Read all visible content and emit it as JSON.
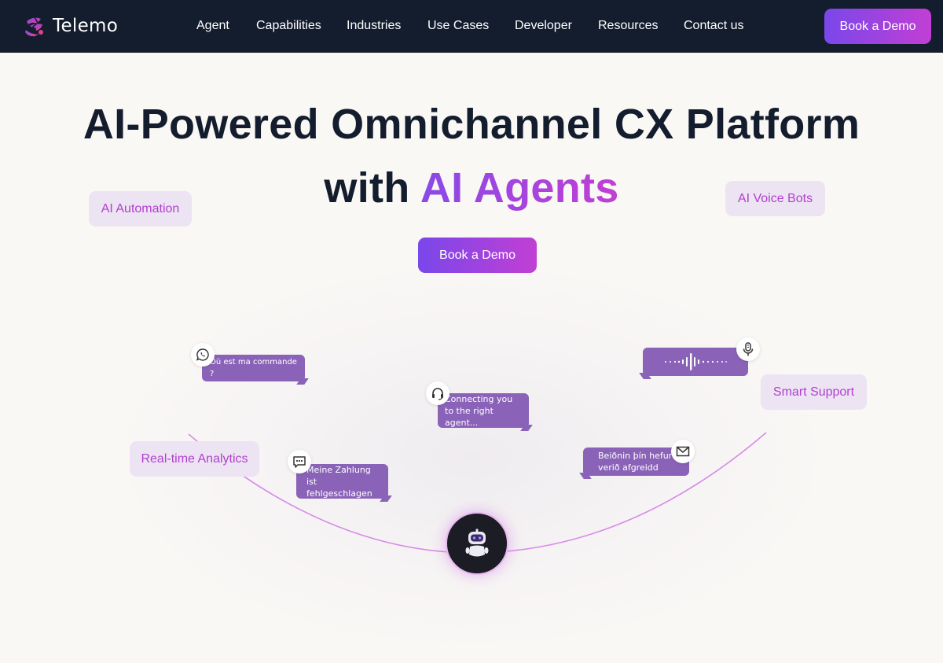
{
  "brand": {
    "name": "Telemo"
  },
  "nav": {
    "items": [
      {
        "label": "Agent"
      },
      {
        "label": "Capabilities"
      },
      {
        "label": "Industries"
      },
      {
        "label": "Use Cases"
      },
      {
        "label": "Developer"
      },
      {
        "label": "Resources"
      },
      {
        "label": "Contact us"
      }
    ],
    "cta_label": "Book a Demo"
  },
  "hero": {
    "title_line1": "AI-Powered Omnichannel CX Platform",
    "title_line2_prefix": "with ",
    "title_line2_accent": "AI Agents",
    "cta_label": "Book a Demo"
  },
  "feature_tags": [
    {
      "label": "AI Automation"
    },
    {
      "label": "AI Voice Bots"
    },
    {
      "label": "Smart Support"
    },
    {
      "label": "Real-time Analytics"
    }
  ],
  "chat_bubbles": [
    {
      "text": "Où est ma commande ?",
      "icon": "whatsapp-icon"
    },
    {
      "text": "Connecting you to the right agent...",
      "icon": "headset-icon"
    },
    {
      "text": "Meine Zahlung ist fehlgeschlagen",
      "icon": "chat-icon"
    },
    {
      "text": "Beiðnin þín hefur verið afgreidd",
      "icon": "mail-icon"
    }
  ],
  "voice_bubble": {
    "icon": "microphone-icon",
    "content": "waveform"
  },
  "center_avatar": {
    "icon": "robot-icon"
  },
  "colors": {
    "nav_bg": "#131d2e",
    "accent_start": "#7a47ea",
    "accent_end": "#c13fd4",
    "bubble_bg": "#8a63b8",
    "tag_bg": "#ece4f2",
    "tag_text": "#b23ed0",
    "page_bg": "#faf8f5"
  }
}
